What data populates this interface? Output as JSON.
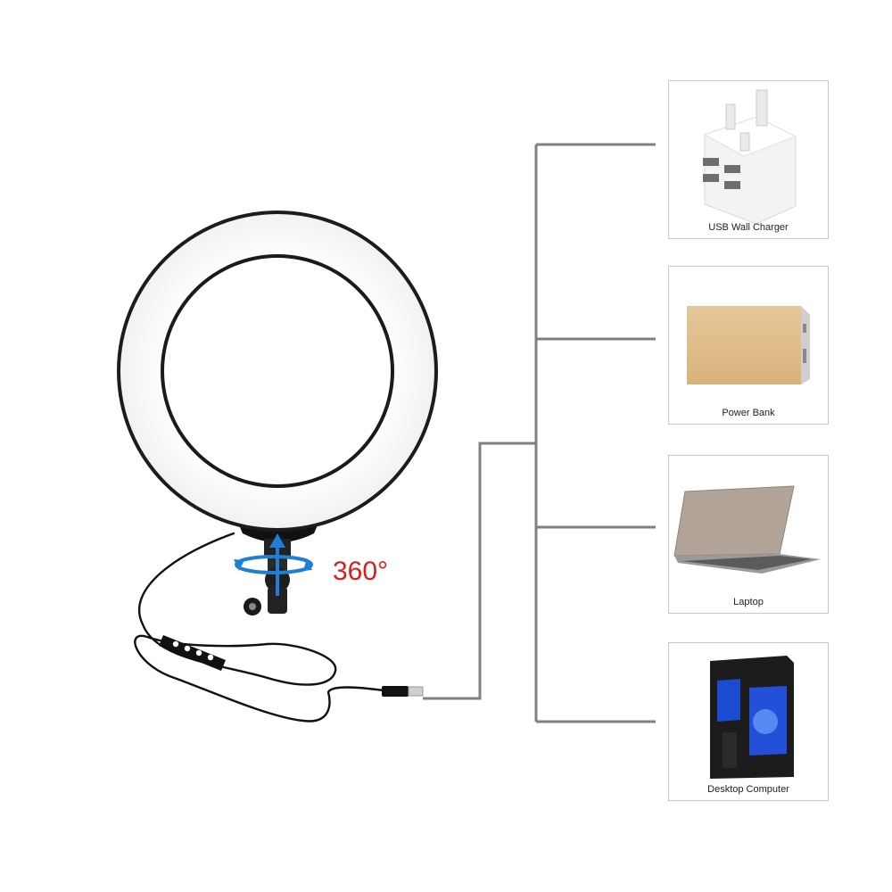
{
  "rotation": {
    "label": "360°"
  },
  "devices": [
    {
      "label": "USB Wall Charger"
    },
    {
      "label": "Power Bank"
    },
    {
      "label": "Laptop"
    },
    {
      "label": "Desktop Computer"
    }
  ],
  "colors": {
    "connector_line": "#808080",
    "rotation_text": "#e01b1b",
    "rotation_arrows": "#1f7fd6",
    "ring_light_fill": "#ffffff",
    "ring_body": "#1a1a1a"
  }
}
